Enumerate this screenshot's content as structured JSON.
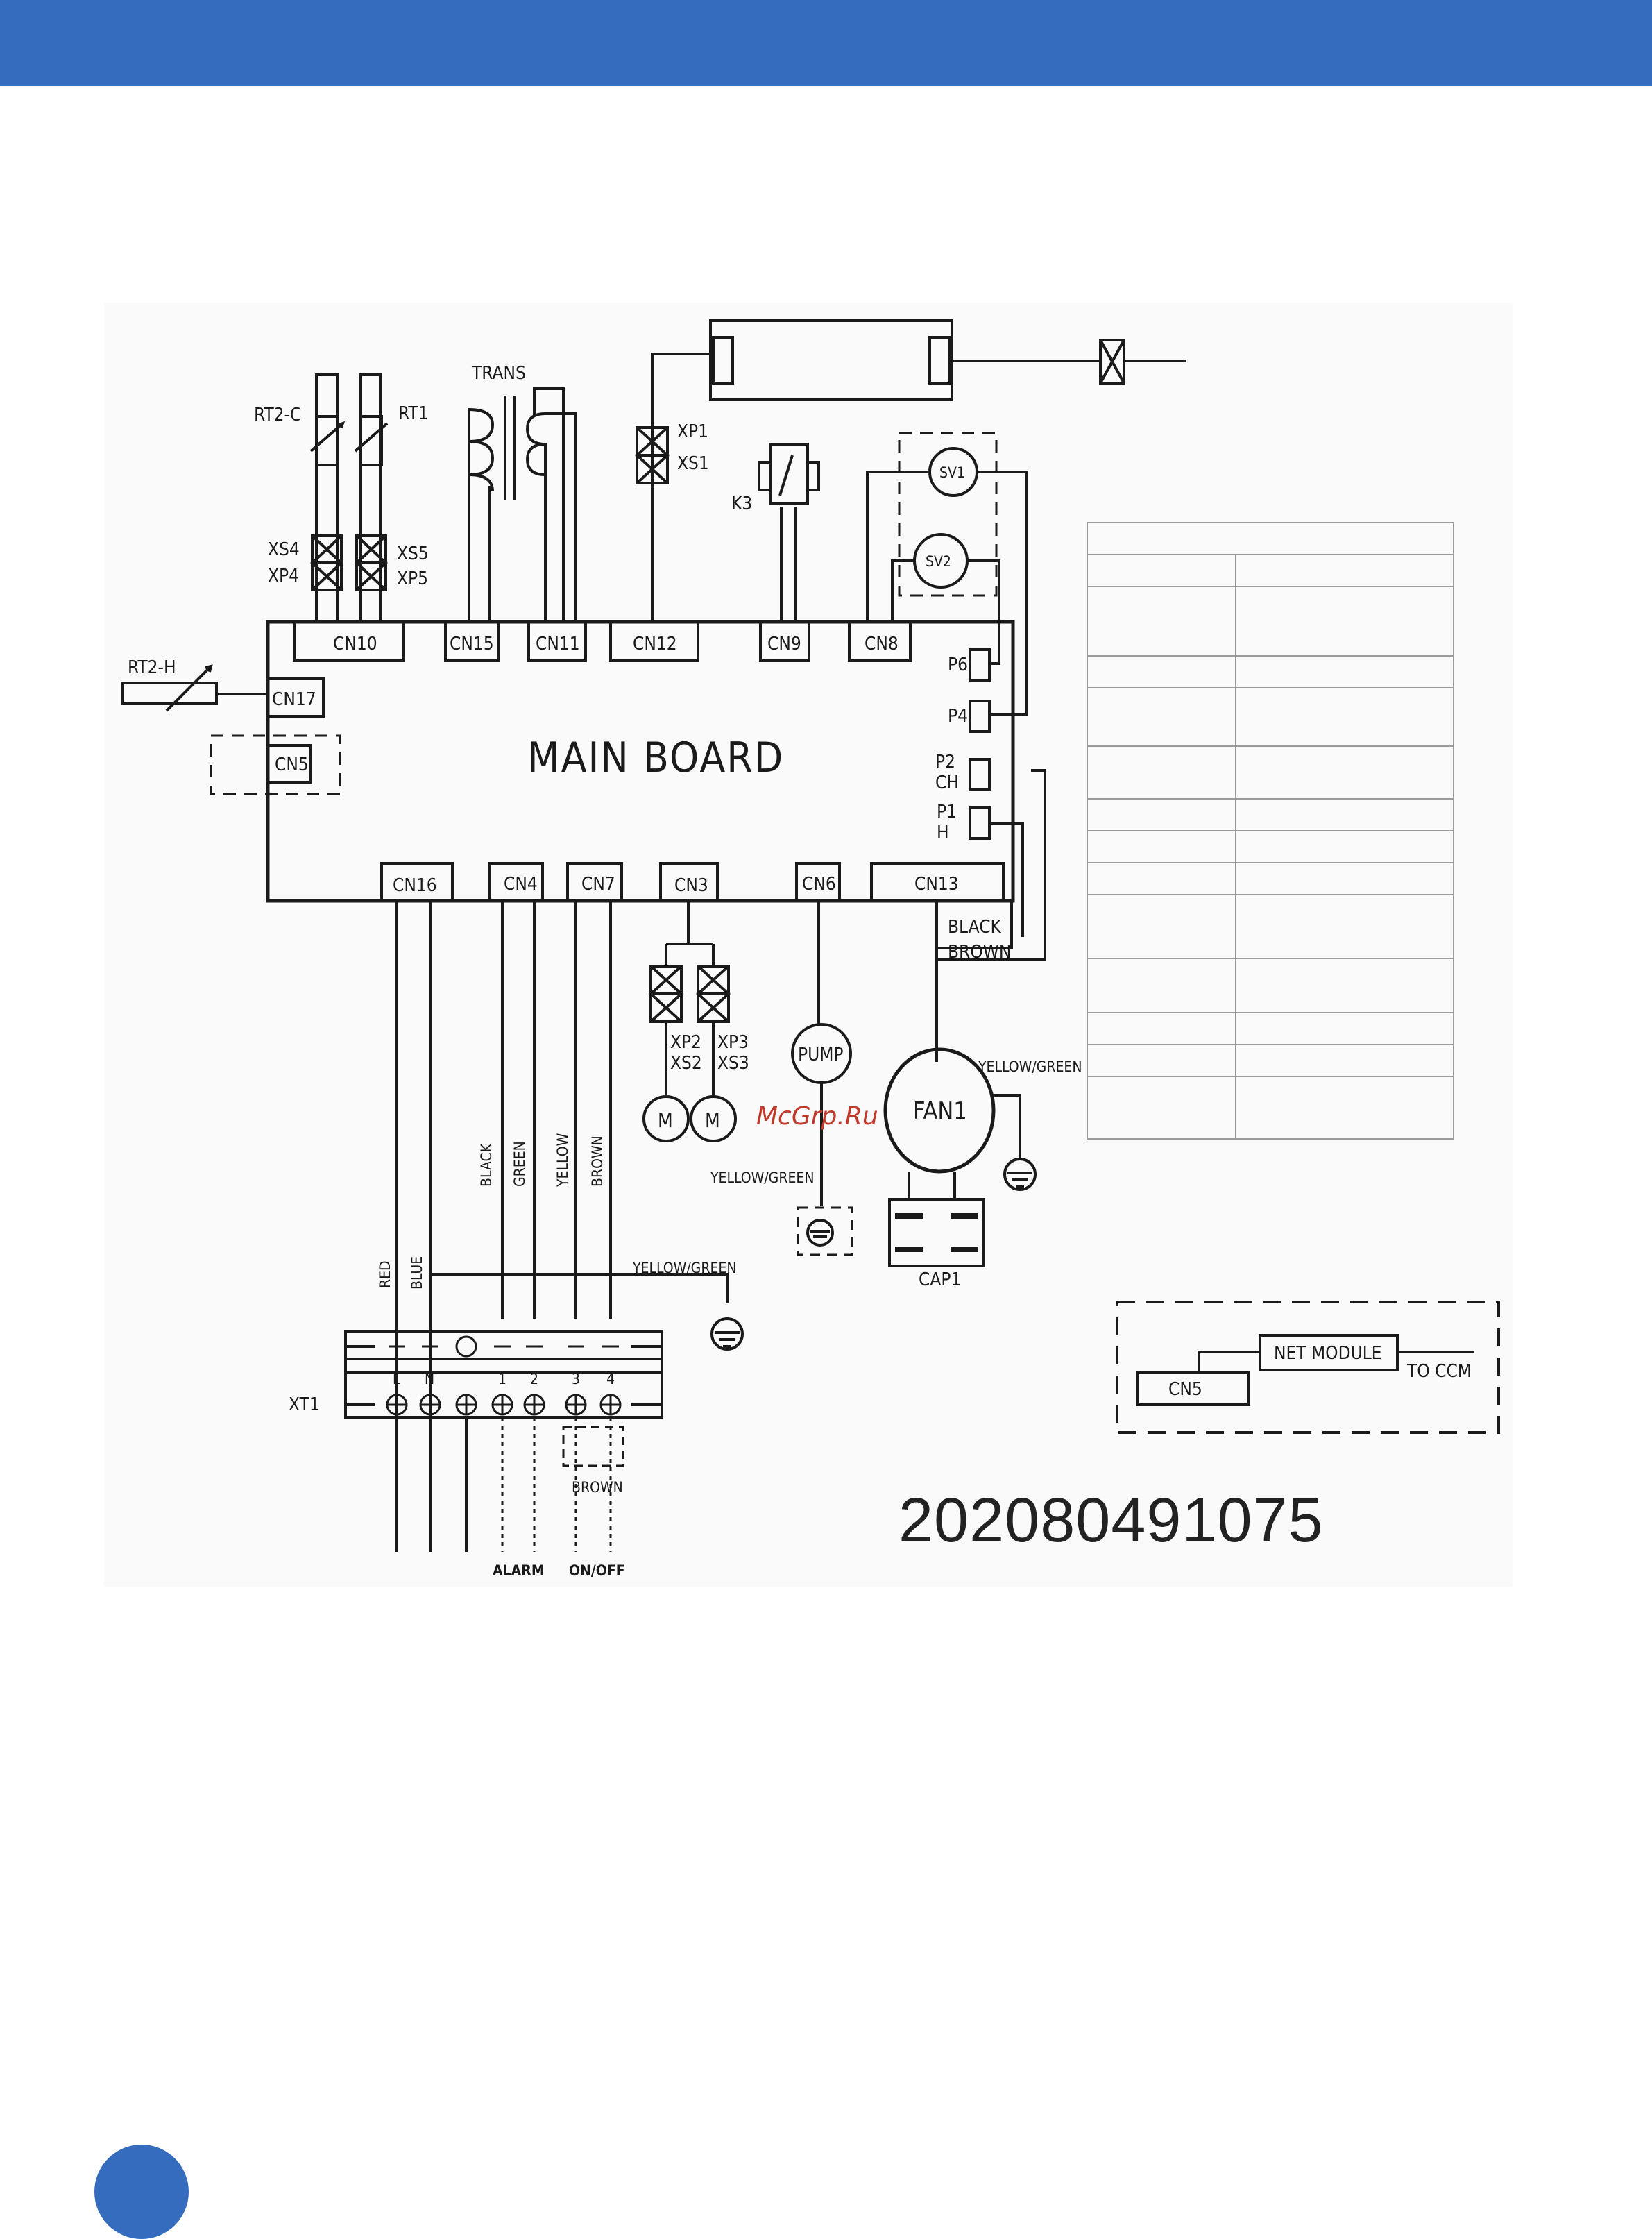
{
  "colors": {
    "header_bar": "#356cbd",
    "page_badge": "#356cbd",
    "watermark": "#c0392b",
    "line": "#1a1a1a"
  },
  "main_board": {
    "title": "MAIN BOARD"
  },
  "connectors": {
    "cn10": "CN10",
    "cn15": "CN15",
    "cn11": "CN11",
    "cn12": "CN12",
    "cn9": "CN9",
    "cn8": "CN8",
    "cn17": "CN17",
    "cn5": "CN5",
    "cn16": "CN16",
    "cn4": "CN4",
    "cn7": "CN7",
    "cn3": "CN3",
    "cn6": "CN6",
    "cn13": "CN13"
  },
  "ports": {
    "p6": "P6",
    "p4": "P4",
    "p2": "P2",
    "ch": "CH",
    "p1": "P1",
    "h": "H"
  },
  "components": {
    "rt2c": "RT2-C",
    "rt1": "RT1",
    "rt2h": "RT2-H",
    "trans": "TRANS",
    "k3": "K3",
    "sv1": "SV1",
    "sv2": "SV2",
    "pump": "PUMP",
    "fan1": "FAN1",
    "cap1": "CAP1",
    "motor1": "M",
    "motor2": "M",
    "xt1": "XT1"
  },
  "plugs": {
    "xs4": "XS4",
    "xp4": "XP4",
    "xs5": "XS5",
    "xp5": "XP5",
    "xp1": "XP1",
    "xs1": "XS1",
    "xp2": "XP2",
    "xs2": "XS2",
    "xp3": "XP3",
    "xs3": "XS3"
  },
  "wires": {
    "red": "RED",
    "blue": "BLUE",
    "black": "BLACK",
    "green": "GREEN",
    "yellow": "YELLOW",
    "brown": "BROWN",
    "black_fan": "BLACK",
    "brown_fan": "BROWN",
    "yg_fan": "YELLOW/GREEN",
    "yg_pump": "YELLOW/GREEN",
    "yg_terminal": "YELLOW/GREEN",
    "brown_jumper": "BROWN"
  },
  "terminal": {
    "t_l": "L",
    "t_n": "N",
    "t_1": "1",
    "t_2": "2",
    "t_3": "3",
    "t_4": "4"
  },
  "bottom_labels": {
    "alarm": "ALARM",
    "onoff": "ON/OFF"
  },
  "net_inset": {
    "net_module": "NET MODULE",
    "cn5": "CN5",
    "to_ccm": "TO CCM"
  },
  "watermark": "McGrp.Ru",
  "document_number": "202080491075"
}
